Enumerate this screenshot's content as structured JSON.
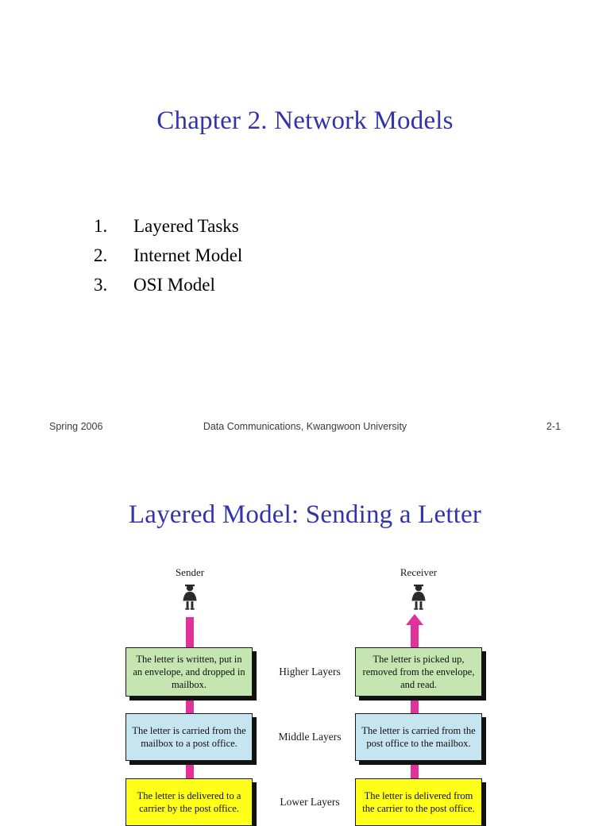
{
  "slide1": {
    "title": "Chapter 2. Network Models",
    "agenda": [
      {
        "num": "1.",
        "label": "Layered Tasks"
      },
      {
        "num": "2.",
        "label": "Internet Model"
      },
      {
        "num": "3.",
        "label": "OSI Model"
      }
    ],
    "footer": {
      "date": "Spring 2006",
      "center": "Data Communications, Kwangwoon University",
      "page": "2-1"
    }
  },
  "slide2": {
    "title": "Layered Model: Sending a Letter",
    "diagram": {
      "sender_label": "Sender",
      "receiver_label": "Receiver",
      "layer_labels": [
        "Higher Layers",
        "Middle Layers",
        "Lower Layers"
      ],
      "sender_boxes": [
        "The letter is written, put in an envelope, and dropped in mailbox.",
        "The letter is carried from the mailbox to a post office.",
        "The letter is delivered to a carrier by the post office."
      ],
      "receiver_boxes": [
        "The letter is picked up, removed from the envelope, and read.",
        "The letter is carried from the post office to the mailbox.",
        "The letter is delivered from the carrier to the post office."
      ],
      "colors": {
        "higher": "#c5e6b0",
        "middle": "#c5e6f0",
        "lower": "#ffff1a",
        "pipe": "#e0329a",
        "title": "#3333aa"
      }
    }
  }
}
